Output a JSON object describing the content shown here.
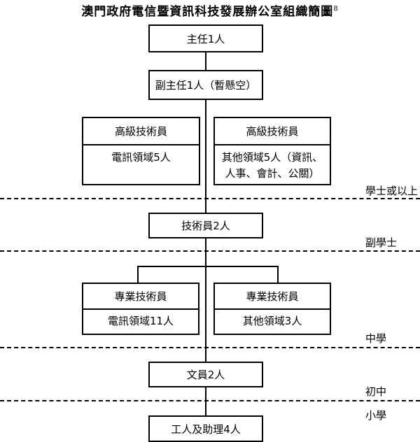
{
  "title": "澳門政府電信暨資訊科技發展辦公室組織簡圖",
  "title_footnote": "8",
  "nodes": {
    "director": "主任1人",
    "deputy": "副主任1人（暫懸空）",
    "senior_tech_left": {
      "header": "高級技術員",
      "body": "電訊領域5人"
    },
    "senior_tech_right": {
      "header": "高級技術員",
      "body": "其他領域5人（資訊、人事、會計、公關）"
    },
    "technician": "技術員2人",
    "prof_tech_left": {
      "header": "專業技術員",
      "body": "電訊領域11人"
    },
    "prof_tech_right": {
      "header": "專業技術員",
      "body": "其他領域3人"
    },
    "clerk": "文員2人",
    "workers": "工人及助理4人"
  },
  "education_levels": [
    "學士或以上",
    "副學士",
    "中學",
    "初中",
    "小學"
  ]
}
